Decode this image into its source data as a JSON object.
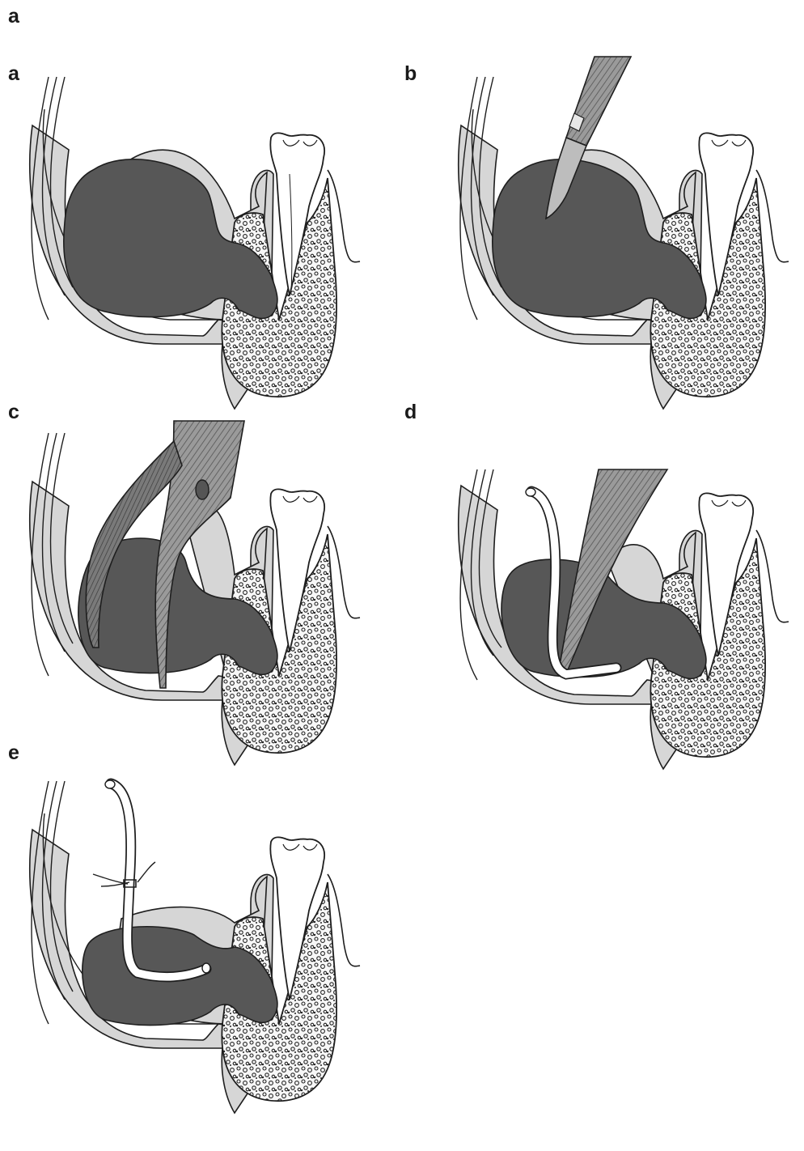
{
  "figure": {
    "caption_letter": "a",
    "panels": [
      {
        "label": "a",
        "tools": []
      },
      {
        "label": "b",
        "tools": [
          "scalpel-blade"
        ]
      },
      {
        "label": "c",
        "tools": [
          "forceps"
        ]
      },
      {
        "label": "d",
        "tools": [
          "drain-tube",
          "curette"
        ]
      },
      {
        "label": "e",
        "tools": [
          "drain-tube",
          "suture"
        ]
      }
    ]
  },
  "colors": {
    "background": "#ffffff",
    "line": "#1e1e1e",
    "soft_tissue": "#d6d6d6",
    "lesion": "#575757",
    "bone": "#fafafa",
    "tooth": "#ffffff",
    "instrument": "#8a8a8a",
    "drain": "#ffffff"
  }
}
